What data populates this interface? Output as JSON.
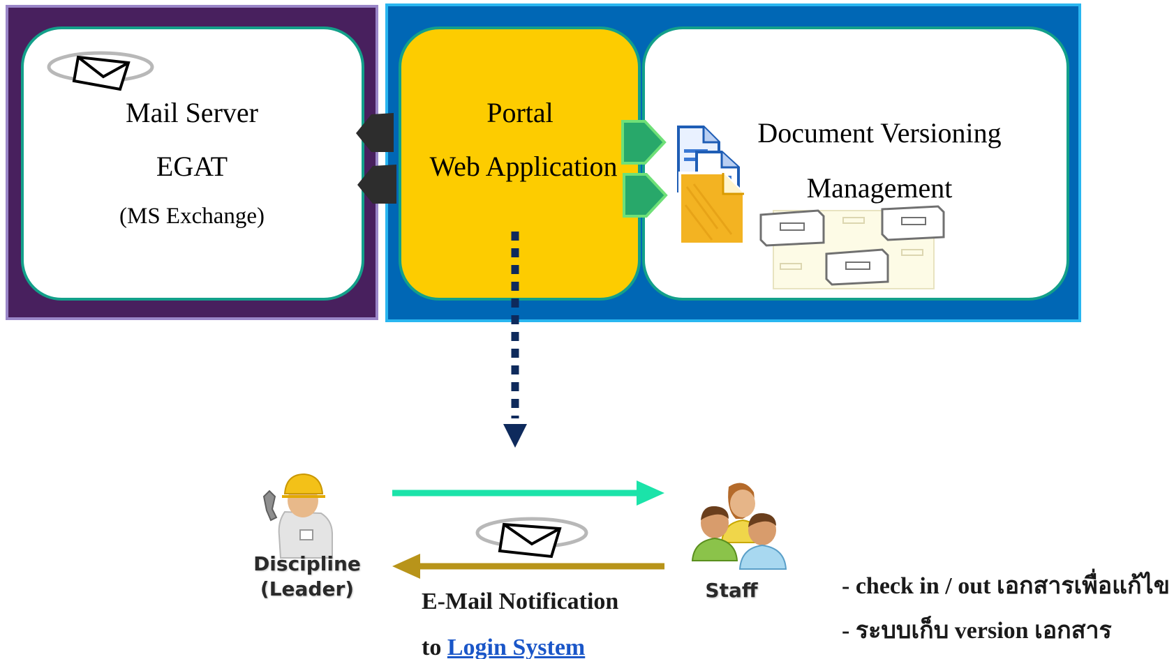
{
  "mail_server": {
    "line1": "Mail Server",
    "line2": "EGAT",
    "line3": "(MS Exchange)"
  },
  "portal": {
    "line1": "Portal",
    "line2": "Web Application"
  },
  "document_mgmt": {
    "line1": "Document  Versioning",
    "line2": "Management"
  },
  "actors": {
    "leader_line1": "Discipline",
    "leader_line2": "(Leader)",
    "staff": "Staff"
  },
  "notification": {
    "line1": "E-Mail Notification",
    "to_prefix": "to ",
    "link_text": "Login System"
  },
  "notes": [
    "- check in / out เอกสารเพื่อแก้ไข",
    "- ระบบเก็บ version เอกสาร"
  ],
  "icons": [
    "mail-envelope-icon",
    "documents-icon",
    "filing-cabinet-icon",
    "worker-leader-icon",
    "staff-group-icon"
  ],
  "colors": {
    "mail_panel": "#48205e",
    "portal_panel": "#0067b5",
    "portal_box": "#fdcc00",
    "inner_border": "#13a08a",
    "arrow_to_staff": "#1be3a9",
    "arrow_to_leader": "#b8941a",
    "dotted_arrow": "#0e2a5c"
  }
}
